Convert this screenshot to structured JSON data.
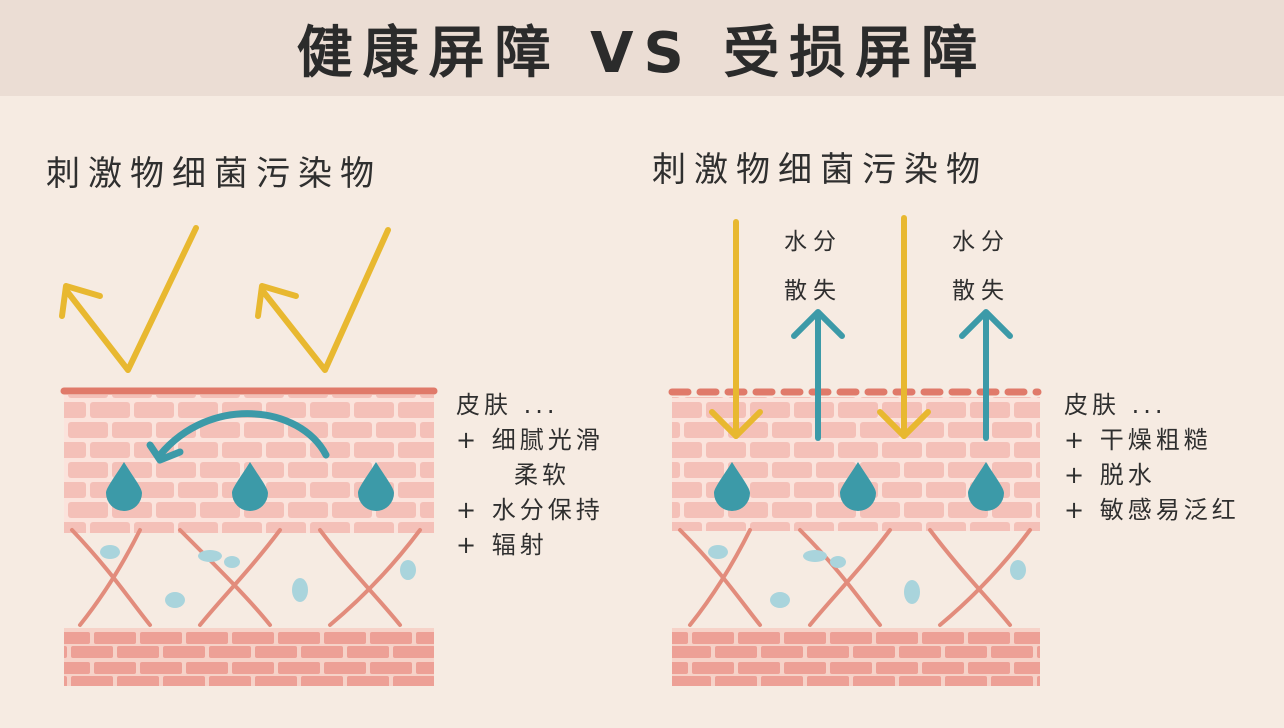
{
  "header": {
    "title": "健康屏障 VS 受损屏障"
  },
  "left_panel": {
    "heading": "刺激物细菌污染物",
    "skin_list": {
      "title": "皮肤 ...",
      "items": [
        "+ 细腻光滑",
        "柔软",
        "+ 水分保持",
        "+ 辐射"
      ]
    }
  },
  "right_panel": {
    "heading": "刺激物细菌污染物",
    "arrow_labels": [
      {
        "line1": "水分",
        "line2": "散失"
      },
      {
        "line1": "水分",
        "line2": "散失"
      }
    ],
    "skin_list": {
      "title": "皮肤 ...",
      "items": [
        "+ 干燥粗糙",
        "+ 脱水",
        "+ 敏感易泛红"
      ]
    }
  },
  "colors": {
    "yellow_arrow": "#e8b830",
    "teal": "#3c9aa8",
    "barrier_line": "#e07a6a",
    "brick": "#f2b5ad",
    "brick_dark": "#ec9d92",
    "background": "#f6ebe2",
    "header_bg": "#ebddd4"
  }
}
